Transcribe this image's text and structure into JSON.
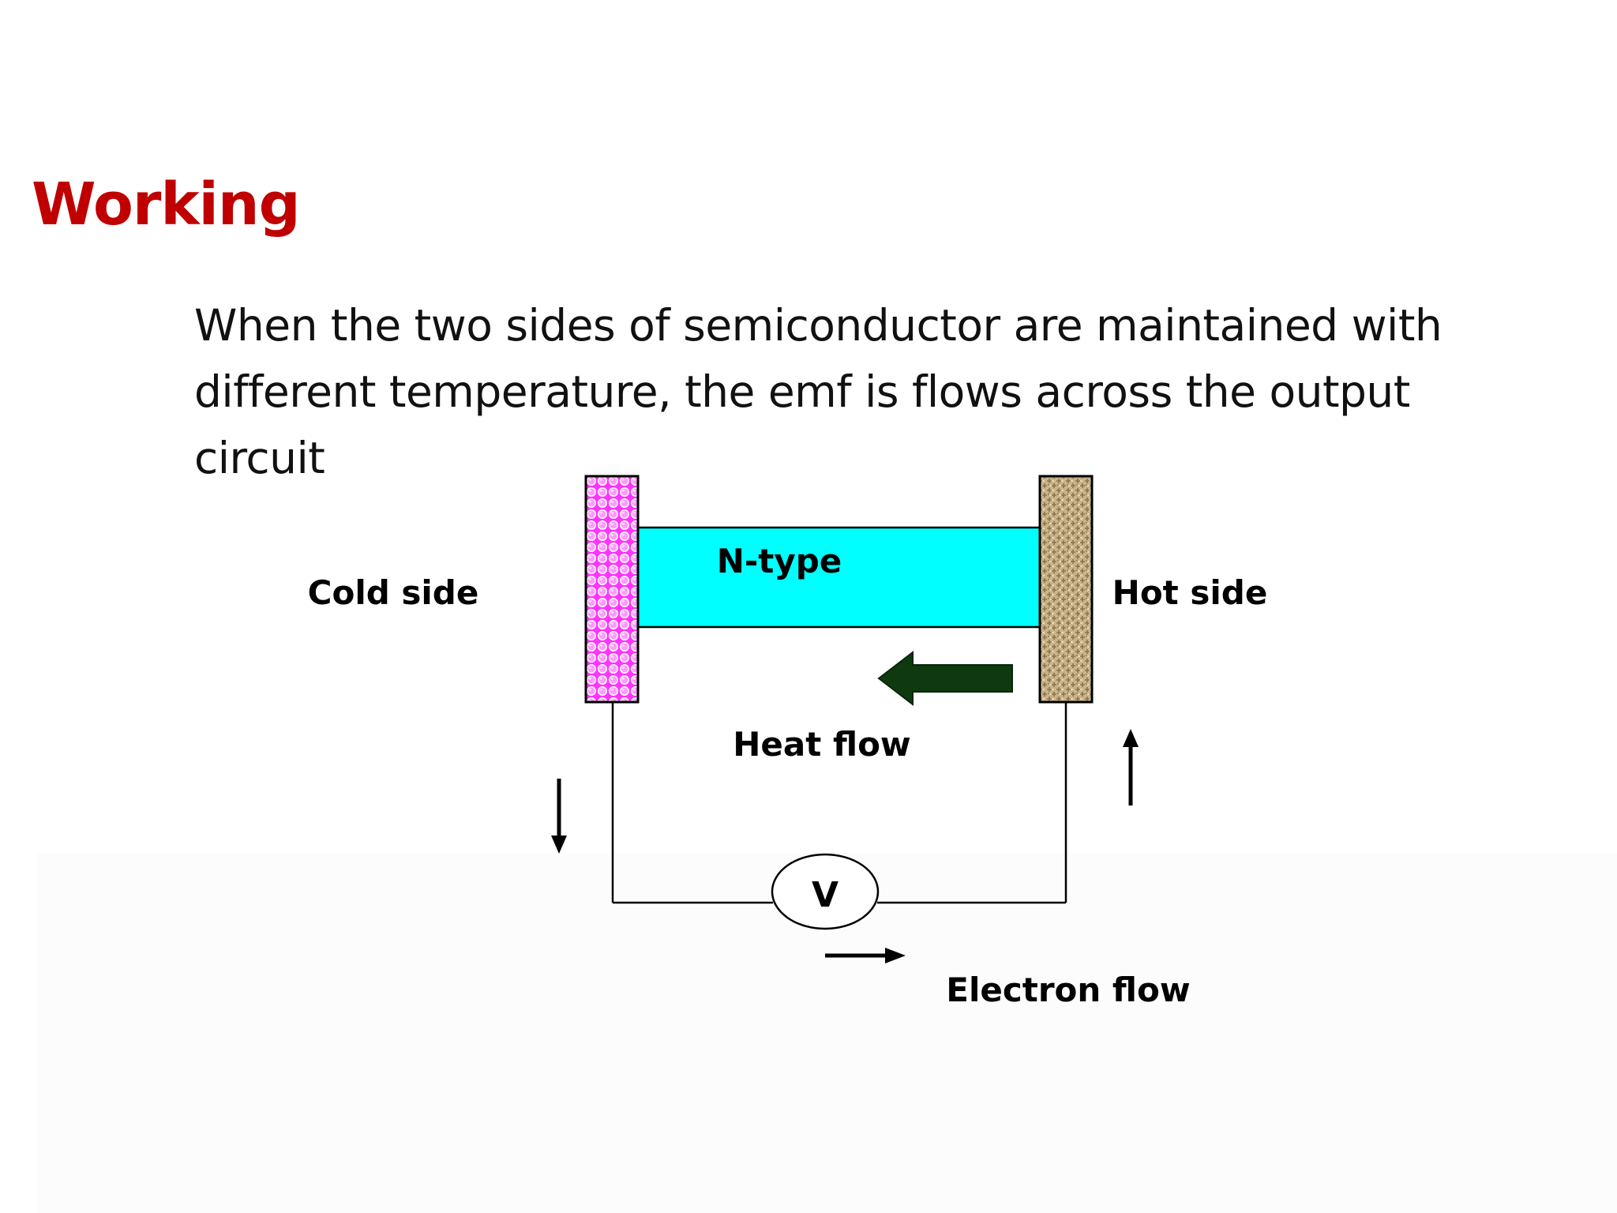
{
  "slide": {
    "title": "Working",
    "body": "When the two sides of semiconductor are maintained with different temperature, the emf is flows across the output circuit"
  },
  "diagram": {
    "semiconductor_label": "N-type",
    "cold_side_label": "Cold side",
    "hot_side_label": "Hot side",
    "heat_flow_label": "Heat flow",
    "meter_label": "V",
    "electron_flow_label": "Electron flow"
  },
  "colors": {
    "title": "#c00000",
    "semiconductor_fill": "#00ffff",
    "cold_plate": "#ff33ff",
    "hot_plate": "#c8b48c",
    "heat_arrow": "#0f3a0f"
  }
}
